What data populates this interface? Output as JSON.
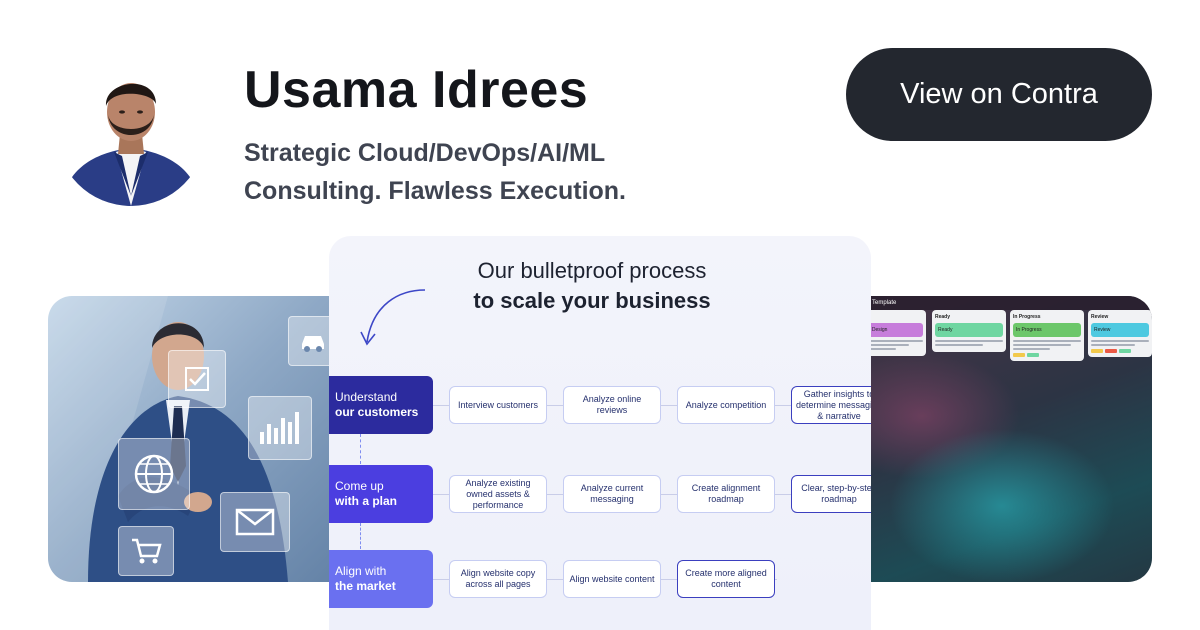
{
  "profile": {
    "name": "Usama Idrees",
    "tagline_line1": "Strategic Cloud/DevOps/AI/ML",
    "tagline_line2": "Consulting. Flawless Execution."
  },
  "cta": {
    "label": "View on Contra"
  },
  "process": {
    "title_line1": "Our bulletproof process",
    "title_line2": "to scale your business",
    "stages": [
      {
        "line1": "Understand",
        "line2": "our customers"
      },
      {
        "line1": "Come up",
        "line2": "with a plan"
      },
      {
        "line1": "Align with",
        "line2": "the market"
      }
    ],
    "rows": [
      [
        "Interview customers",
        "Analyze online reviews",
        "Analyze competition",
        "Gather insights to determine messaging & narrative"
      ],
      [
        "Analyze existing owned assets & performance",
        "Analyze current messaging",
        "Create alignment roadmap",
        "Clear, step-by-step roadmap"
      ],
      [
        "Align website copy across all pages",
        "Align website content",
        "Create more aligned content"
      ]
    ]
  },
  "board": {
    "toolbar": "Template",
    "columns": [
      {
        "title": "Ideas",
        "label": "Idea / Design",
        "color": "#c77ddb"
      },
      {
        "title": "Ready",
        "label": "Ready",
        "color": "#6fd6a1"
      },
      {
        "title": "In Progress",
        "label": "In Progress",
        "color": "#6cc76a"
      },
      {
        "title": "Review",
        "label": "Review",
        "color": "#4ec9e0"
      }
    ]
  },
  "colors": {
    "cta_bg": "#23272f",
    "stage_1": "#2c2b9e",
    "stage_2": "#4b3ee0",
    "stage_3": "#6a70f0"
  },
  "icons": [
    "avatar-portrait",
    "checkmark-icon",
    "car-icon",
    "chart-icon",
    "globe-icon",
    "mail-icon",
    "cart-icon",
    "curved-arrow-icon"
  ]
}
